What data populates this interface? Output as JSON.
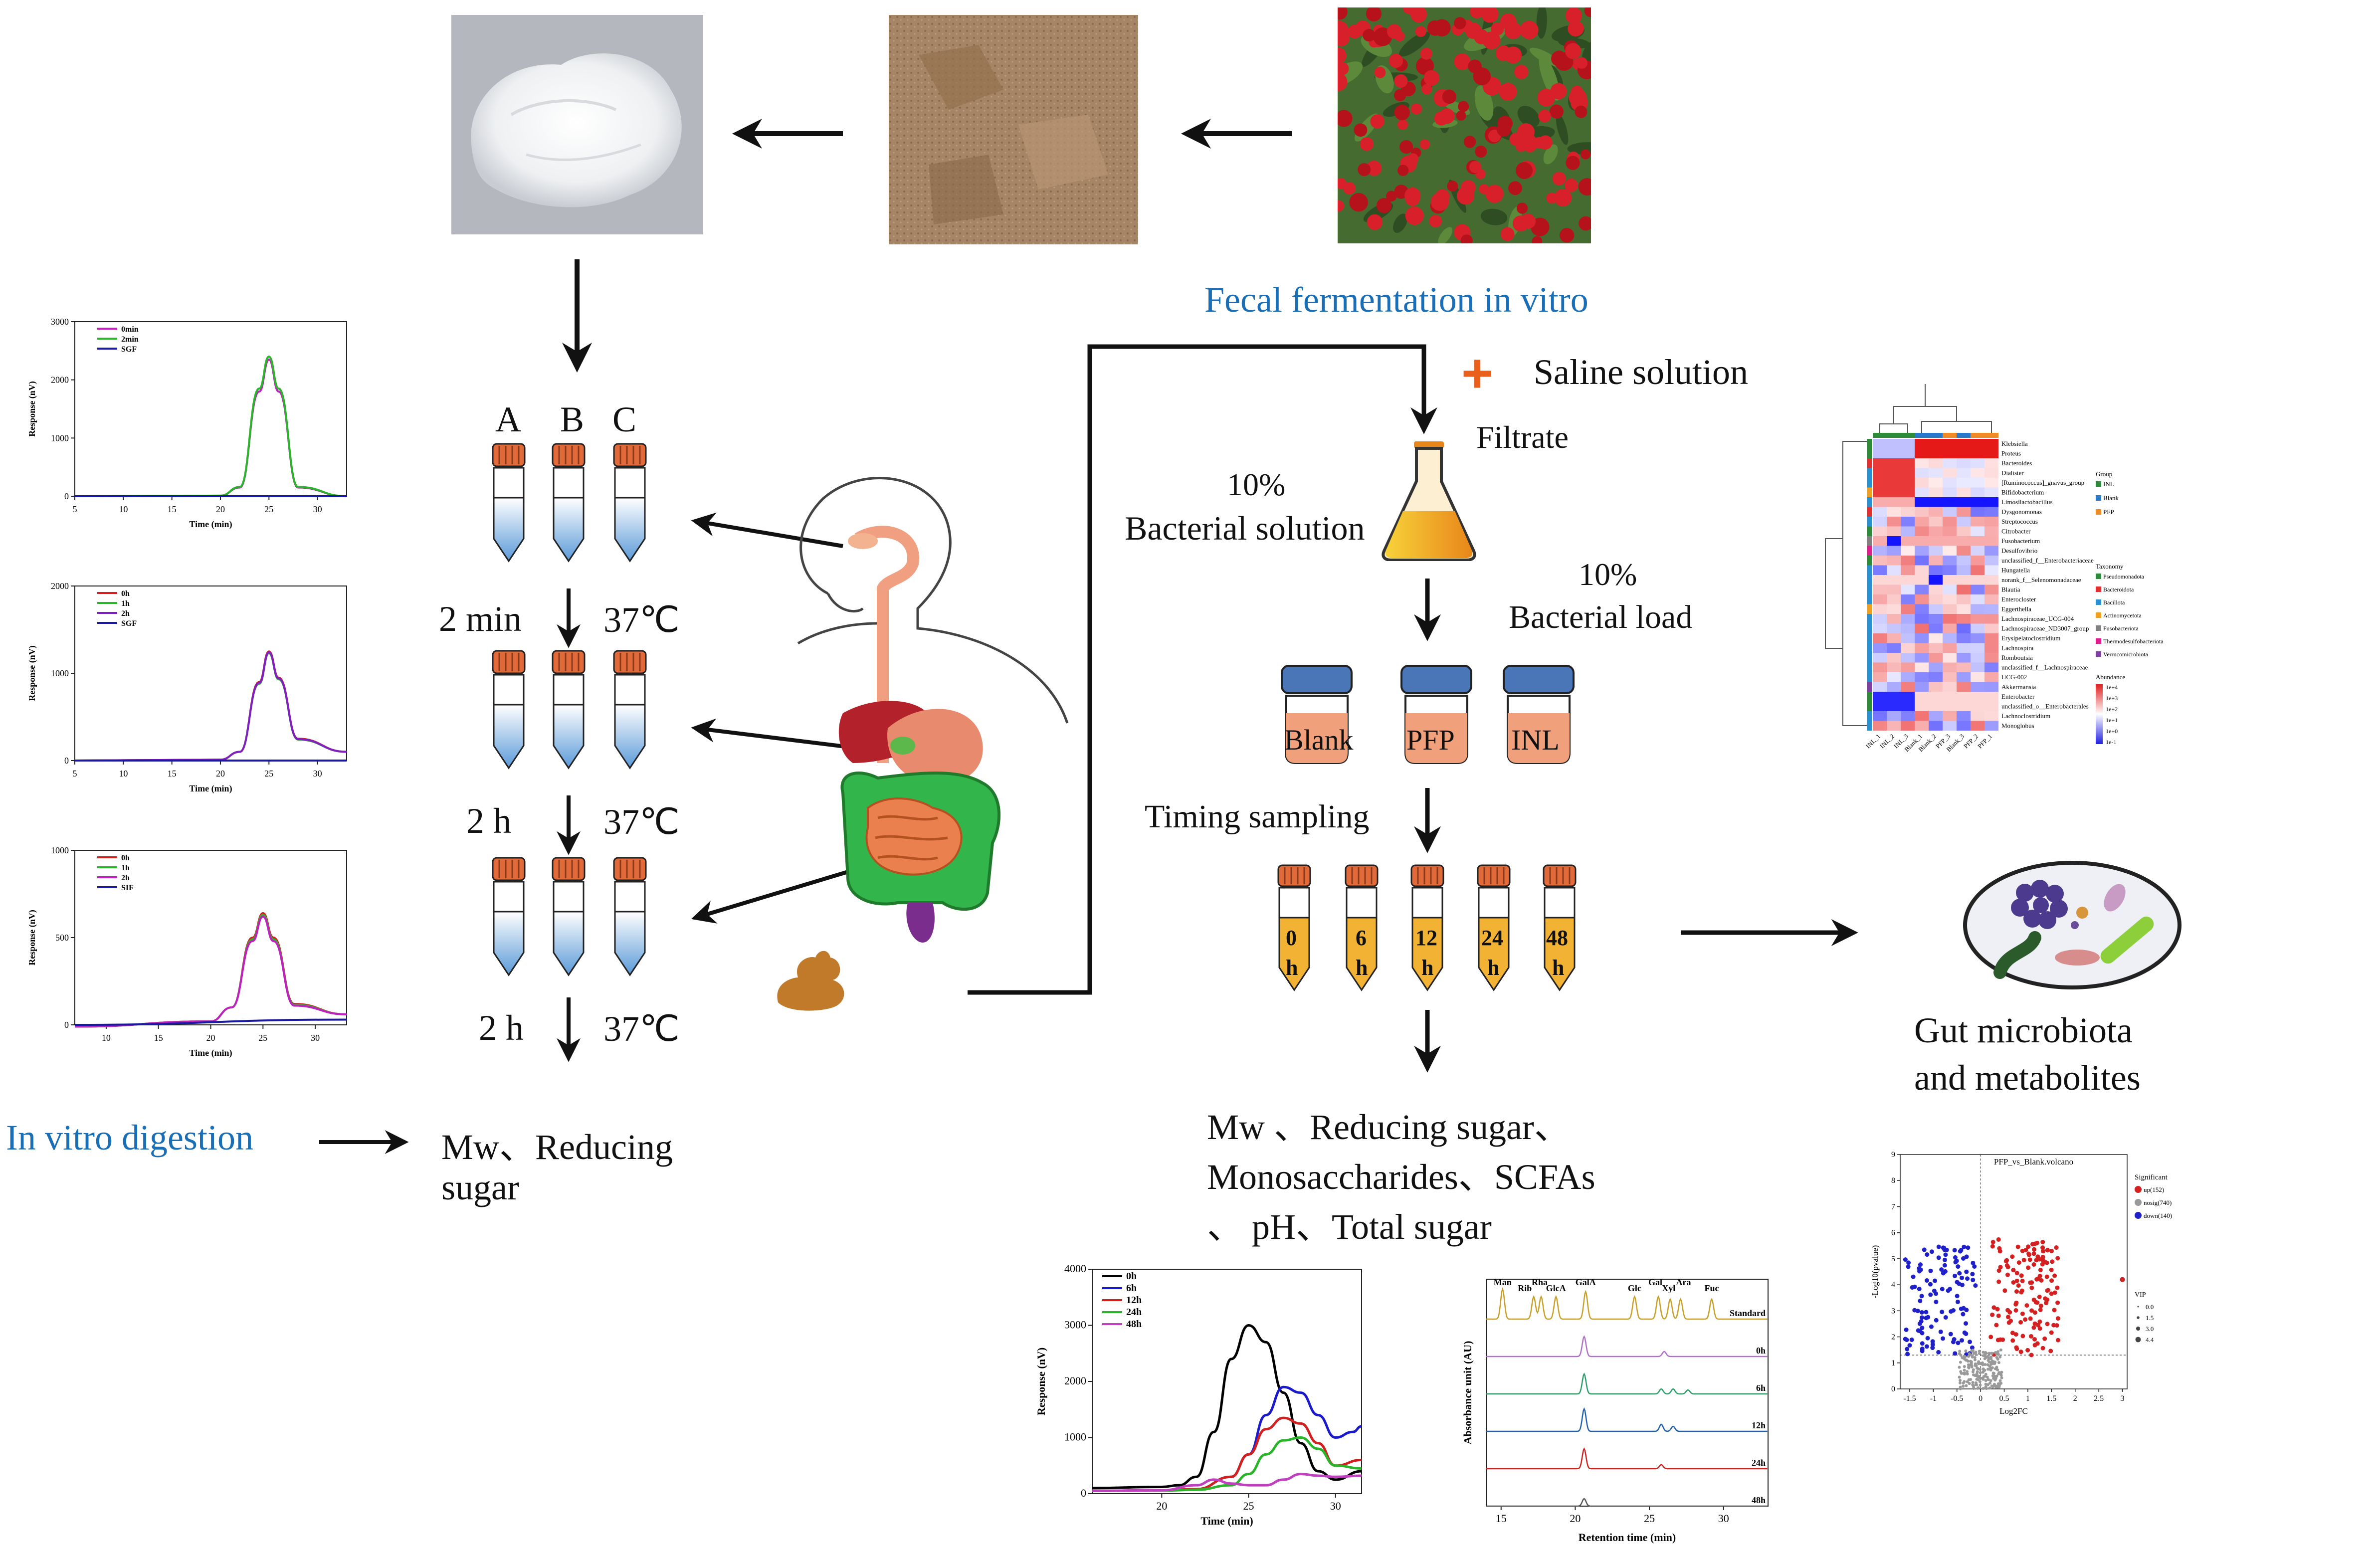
{
  "colors": {
    "arrow": "#111111",
    "heading_blue": "#1a6eb5",
    "plus_orange": "#e8601c",
    "tube_cap": "#e06a3a",
    "tube_blue": "#5b9ad8",
    "jar_cap": "#4a76b8",
    "jar_fill": "#f0a07a",
    "sample_tube": "#f2b233"
  },
  "top_photos": {
    "polysaccharide": "white-polysaccharide-photo",
    "powder": "brown-powder-photo",
    "fruit": "red-berries-photo"
  },
  "digestion": {
    "columns": [
      "A",
      "B",
      "C"
    ],
    "stage1": {
      "time": "2 min",
      "temp": "37℃"
    },
    "stage2": {
      "time": "2 h",
      "temp": "37℃"
    },
    "stage3": {
      "time": "2 h",
      "temp": "37℃"
    },
    "title": "In vitro digestion",
    "result_line1": "Mw、Reducing",
    "result_line2": "sugar"
  },
  "fermentation": {
    "title": "Fecal fermentation in vitro",
    "plus": "+",
    "saline": "Saline solution",
    "filtrate": "Filtrate",
    "bacterial_solution_pct": "10%",
    "bacterial_solution": "Bacterial solution",
    "load_pct": "10%",
    "load": "Bacterial load",
    "groups": [
      "Blank",
      "PFP",
      "INL"
    ],
    "timing": "Timing sampling",
    "times": [
      {
        "n": "0",
        "u": "h"
      },
      {
        "n": "6",
        "u": "h"
      },
      {
        "n": "12",
        "u": "h"
      },
      {
        "n": "24",
        "u": "h"
      },
      {
        "n": "48",
        "u": "h"
      }
    ],
    "result_line1": "Mw 、Reducing sugar、",
    "result_line2": "Monosaccharides、SCFAs",
    "result_line3": "、 pH、Total sugar"
  },
  "gut": {
    "line1": "Gut microbiota",
    "line2": "and metabolites"
  },
  "chart_data": [
    {
      "type": "line",
      "id": "sgf-min",
      "xlabel": "Time (min)",
      "ylabel": "Response (nV)",
      "xlim": [
        5,
        33
      ],
      "ylim": [
        0,
        3000
      ],
      "xticks": [
        5,
        10,
        15,
        20,
        25,
        30
      ],
      "yticks": [
        0,
        1000,
        2000,
        3000
      ],
      "series": [
        {
          "name": "0min",
          "color": "#c020c0",
          "x": [
            5,
            20,
            22,
            24,
            25,
            26,
            28,
            33
          ],
          "y": [
            0,
            10,
            150,
            1800,
            2350,
            1800,
            150,
            0
          ]
        },
        {
          "name": "2min",
          "color": "#2cb52c",
          "x": [
            5,
            20,
            22,
            24,
            25,
            26,
            28,
            33
          ],
          "y": [
            0,
            10,
            160,
            1850,
            2400,
            1850,
            160,
            0
          ]
        },
        {
          "name": "SGF",
          "color": "#1a1aa0",
          "x": [
            5,
            33
          ],
          "y": [
            0,
            0
          ]
        }
      ]
    },
    {
      "type": "line",
      "id": "sgf-h",
      "xlabel": "Time (min)",
      "ylabel": "Response (nV)",
      "xlim": [
        5,
        33
      ],
      "ylim": [
        0,
        2000
      ],
      "xticks": [
        5,
        10,
        15,
        20,
        25,
        30
      ],
      "yticks": [
        0,
        1000,
        2000
      ],
      "series": [
        {
          "name": "0h",
          "color": "#d02020",
          "x": [
            5,
            20,
            22,
            24,
            25,
            26,
            28,
            33
          ],
          "y": [
            0,
            10,
            100,
            900,
            1250,
            950,
            250,
            100
          ]
        },
        {
          "name": "1h",
          "color": "#2cb52c",
          "x": [
            5,
            20,
            22,
            24,
            25,
            26,
            28,
            33
          ],
          "y": [
            0,
            10,
            100,
            880,
            1230,
            930,
            240,
            100
          ]
        },
        {
          "name": "2h",
          "color": "#8020c0",
          "x": [
            5,
            20,
            22,
            24,
            25,
            26,
            28,
            33
          ],
          "y": [
            0,
            10,
            100,
            890,
            1240,
            940,
            245,
            100
          ]
        },
        {
          "name": "SGF",
          "color": "#1a1aa0",
          "x": [
            5,
            33
          ],
          "y": [
            0,
            0
          ]
        }
      ]
    },
    {
      "type": "line",
      "id": "sif-h",
      "xlabel": "Time (min)",
      "ylabel": "Response (nV)",
      "xlim": [
        7,
        33
      ],
      "ylim": [
        0,
        1000
      ],
      "xticks": [
        10,
        15,
        20,
        25,
        30
      ],
      "yticks": [
        0,
        500,
        1000
      ],
      "series": [
        {
          "name": "0h",
          "color": "#d02020",
          "x": [
            7,
            20,
            22,
            24,
            25,
            26,
            28,
            33
          ],
          "y": [
            -10,
            20,
            100,
            500,
            640,
            500,
            120,
            60
          ]
        },
        {
          "name": "1h",
          "color": "#2cb52c",
          "x": [
            7,
            20,
            22,
            24,
            25,
            26,
            28,
            33
          ],
          "y": [
            -10,
            20,
            100,
            490,
            630,
            490,
            115,
            60
          ]
        },
        {
          "name": "2h",
          "color": "#c020c0",
          "x": [
            7,
            20,
            22,
            24,
            25,
            26,
            28,
            33
          ],
          "y": [
            -10,
            20,
            100,
            480,
            620,
            480,
            110,
            60
          ]
        },
        {
          "name": "SIF",
          "color": "#1a1aa0",
          "x": [
            7,
            33
          ],
          "y": [
            0,
            30
          ]
        }
      ]
    },
    {
      "type": "line",
      "id": "ferm-mw",
      "xlabel": "Time (min)",
      "ylabel": "Response (nV)",
      "xlim": [
        16,
        31.5
      ],
      "ylim": [
        0,
        4000
      ],
      "xticks": [
        20,
        25,
        30
      ],
      "yticks": [
        0,
        1000,
        2000,
        3000,
        4000
      ],
      "series": [
        {
          "name": "0h",
          "color": "#000000",
          "x": [
            16,
            20,
            21,
            22,
            23,
            24,
            25,
            26,
            27,
            28,
            29,
            30,
            31.5
          ],
          "y": [
            100,
            120,
            150,
            300,
            1100,
            2400,
            3000,
            2700,
            1800,
            900,
            400,
            250,
            400
          ]
        },
        {
          "name": "6h",
          "color": "#1a1acc",
          "x": [
            16,
            20,
            22,
            24,
            25,
            26,
            27,
            28,
            29,
            30,
            31,
            31.5
          ],
          "y": [
            50,
            60,
            80,
            300,
            700,
            1400,
            1900,
            1800,
            1400,
            1000,
            1100,
            1200
          ]
        },
        {
          "name": "12h",
          "color": "#d02020",
          "x": [
            16,
            20,
            22,
            24,
            25,
            26,
            27,
            28,
            29,
            30,
            31.5
          ],
          "y": [
            50,
            60,
            80,
            300,
            700,
            1150,
            1350,
            1250,
            900,
            500,
            600
          ]
        },
        {
          "name": "24h",
          "color": "#2cb52c",
          "x": [
            16,
            20,
            22,
            24,
            25,
            26,
            27,
            28,
            29,
            30,
            31.5
          ],
          "y": [
            50,
            55,
            70,
            150,
            350,
            700,
            950,
            1000,
            800,
            500,
            450
          ]
        },
        {
          "name": "48h",
          "color": "#c040c0",
          "x": [
            16,
            20,
            22,
            23,
            24,
            25,
            26,
            27,
            28,
            29,
            30,
            31.5
          ],
          "y": [
            50,
            60,
            150,
            250,
            180,
            150,
            150,
            250,
            350,
            320,
            300,
            320
          ]
        }
      ]
    },
    {
      "type": "line",
      "id": "monosaccharide",
      "xlabel": "Retention time (min)",
      "ylabel": "Absorbance unit (AU)",
      "xlim": [
        14,
        33
      ],
      "xticks": [
        15,
        20,
        25,
        30
      ],
      "peak_labels": [
        "Man",
        "Rib",
        "Rha",
        "GlcA",
        "GalA",
        "Glc",
        "Gal",
        "Xyl",
        "Ara",
        "Fuc"
      ],
      "series": [
        {
          "name": "Standard",
          "color": "#c8a028"
        },
        {
          "name": "0h",
          "color": "#b070c8"
        },
        {
          "name": "6h",
          "color": "#2aa068"
        },
        {
          "name": "12h",
          "color": "#2060b0"
        },
        {
          "name": "24h",
          "color": "#d02020"
        },
        {
          "name": "48h",
          "color": "#555555"
        }
      ]
    },
    {
      "type": "heatmap",
      "id": "taxa-heatmap",
      "columns": [
        "INL_1",
        "INL_2",
        "INL_3",
        "Blank_1",
        "Blank_2",
        "PFP_3",
        "Blank_3",
        "PFP_2",
        "PFP_1"
      ],
      "rows": [
        "Klebsiella",
        "Proteus",
        "Bacteroides",
        "Dialister",
        "[Ruminococcus]_gnavus_group",
        "Bifidobacterium",
        "Limosilactobacillus",
        "Dysgonomonas",
        "Streptococcus",
        "Citrobacter",
        "Fusobacterium",
        "Desulfovibrio",
        "unclassified_f__Enterobacteriaceae",
        "Hungatella",
        "norank_f__Selenomonadaceae",
        "Blautia",
        "Enterocloster",
        "Eggerthella",
        "Lachnospiraceae_UCG-004",
        "Lachnospiraceae_ND3007_group",
        "Erysipelatoclostridium",
        "Lachnospira",
        "Romboutsia",
        "unclassified_f__Lachnospiraceae",
        "UCG-002",
        "Akkermansia",
        "Enterobacter",
        "unclassified_o__Enterobacterales",
        "Lachnoclostridium",
        "Monoglobus"
      ],
      "legend_group_title": "Group",
      "legend_groups": [
        {
          "label": "INL",
          "color": "#2e8b3a"
        },
        {
          "label": "Blank",
          "color": "#2a78c8"
        },
        {
          "label": "PFP",
          "color": "#f08a24"
        }
      ],
      "legend_tax_title": "Taxonomy",
      "legend_tax": [
        {
          "label": "Pseudomonadota",
          "color": "#2e8b3a"
        },
        {
          "label": "Bacteroidota",
          "color": "#e03030"
        },
        {
          "label": "Bacillota",
          "color": "#2a90d0"
        },
        {
          "label": "Actinomycetota",
          "color": "#f0a020"
        },
        {
          "label": "Fusobacteriota",
          "color": "#808080"
        },
        {
          "label": "Thermodesulfobacteriota",
          "color": "#e0208a"
        },
        {
          "label": "Verrucomicrobiota",
          "color": "#8040a0"
        }
      ],
      "legend_abundance_title": "Abundance",
      "abundance_ticks": [
        "1e+4",
        "1e+3",
        "1e+2",
        "1e+1",
        "1e+0",
        "1e-1"
      ]
    },
    {
      "type": "scatter",
      "id": "volcano",
      "title": "PFP_vs_Blank.volcano",
      "xlabel": "Log2FC",
      "ylabel": "-Log10(pvalue)",
      "xlim": [
        -1.7,
        3.1
      ],
      "ylim": [
        0,
        9
      ],
      "xticks": [
        -1.5,
        -1,
        -0.5,
        0,
        0.5,
        1,
        1.5,
        2,
        2.5,
        3
      ],
      "yticks": [
        0,
        1,
        2,
        3,
        4,
        5,
        6,
        7,
        8,
        9
      ],
      "legend_title": "Significant",
      "legend": [
        {
          "label": "up(152)",
          "color": "#d42020"
        },
        {
          "label": "nosig(740)",
          "color": "#999999"
        },
        {
          "label": "down(140)",
          "color": "#2020c8"
        }
      ],
      "vip_title": "VIP",
      "vip": [
        "0.0",
        "1.5",
        "3.0",
        "4.4"
      ]
    }
  ]
}
